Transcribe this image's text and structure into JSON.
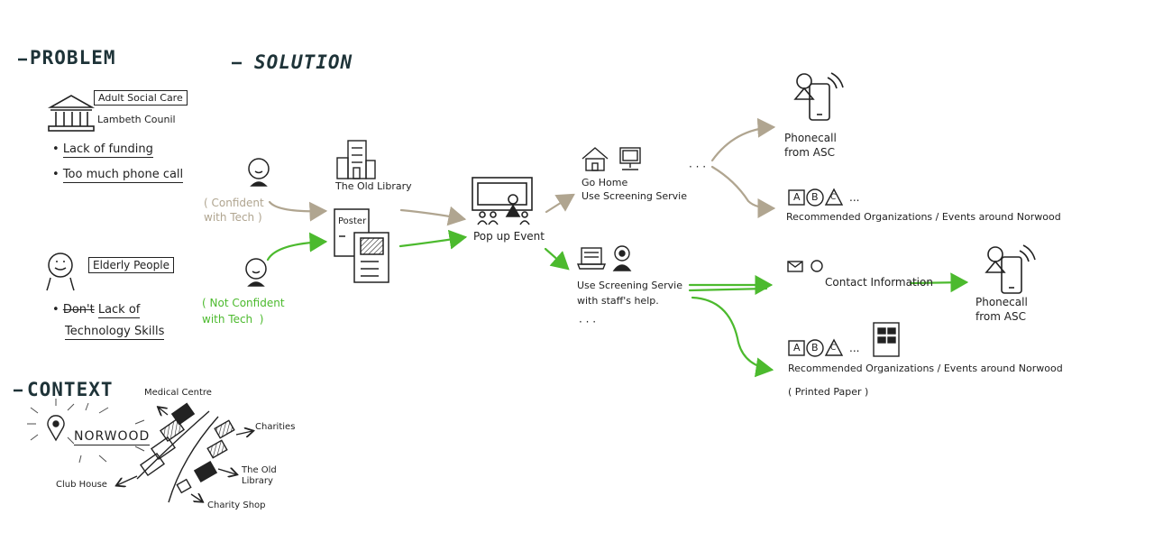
{
  "problem": {
    "heading": "PROBLEM",
    "org_line1": "Adult Social Care",
    "org_line2": "Lambeth Counil",
    "bullets": [
      "Lack of funding",
      "Too much phone call"
    ],
    "persona_label": "Elderly People",
    "persona_strike": "Don't",
    "persona_bullet_a": "Lack of",
    "persona_bullet_b": "Technology Skills"
  },
  "solution": {
    "heading": "SOLUTION",
    "confident_label": "( Confident\nwith Tech )",
    "not_confident_label": "( Not Confident\nwith Tech  )",
    "library_label": "The Old Library",
    "poster_label": "Poster",
    "popup_label": "Pop up Event",
    "gohome_line1": "Go Home",
    "gohome_line2": "Use Screening Servie",
    "staff_line1": "Use Screening Servie",
    "staff_line2": "with staff's help.",
    "ellipsis": "· · ·",
    "phonecall_top": "Phonecall\nfrom ASC",
    "abc_letters": [
      "A",
      "B",
      "C"
    ],
    "abc_more": "...",
    "recommended_top": "Recommended  Organizations / Events   around  Norwood",
    "contact_info": "Contact  Information",
    "phonecall_bottom": "Phonecall\nfrom ASC",
    "recommended_bottom": "Recommended  Organizations / Events   around  Norwood",
    "printed_paper": "( Printed  Paper )"
  },
  "context": {
    "heading": "CONTEXT",
    "place": "NORWOOD",
    "medical": "Medical Centre",
    "charities": "Charities",
    "old_library": "The Old\nLibrary",
    "club_house": "Club House",
    "charity_shop": "Charity Shop"
  },
  "colors": {
    "beige": "#b0a590",
    "green": "#4cba2e",
    "heading": "#1e3338",
    "ink": "#1a1a1a"
  }
}
